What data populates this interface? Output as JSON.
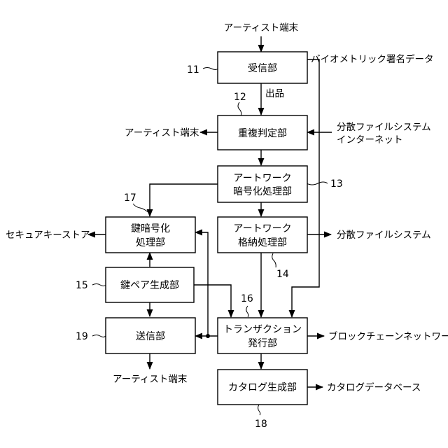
{
  "blocks": {
    "receive": {
      "num": "11",
      "lines": [
        "受信部"
      ]
    },
    "duplicate_check": {
      "num": "12",
      "lines": [
        "重複判定部"
      ]
    },
    "artwork_encrypt": {
      "num": "13",
      "lines": [
        "アートワーク",
        "暗号化処理部"
      ]
    },
    "artwork_store": {
      "num": "14",
      "lines": [
        "アートワーク",
        "格納処理部"
      ]
    },
    "keypair_gen": {
      "num": "15",
      "lines": [
        "鍵ペア生成部"
      ]
    },
    "tx_issue": {
      "num": "16",
      "lines": [
        "トランザクション",
        "発行部"
      ]
    },
    "key_encrypt": {
      "num": "17",
      "lines": [
        "鍵暗号化",
        "処理部"
      ]
    },
    "catalog_gen": {
      "num": "18",
      "lines": [
        "カタログ生成部"
      ]
    },
    "send": {
      "num": "19",
      "lines": [
        "送信部"
      ]
    }
  },
  "externals": {
    "artist_terminal_top": "アーティスト端末",
    "artist_terminal_left": "アーティスト端末",
    "artist_terminal_bottom": "アーティスト端末",
    "biometric_data": "バイオメトリック署名データ",
    "dfs_internet_line1": "分散ファイルシステム",
    "dfs_internet_line2": "インターネット",
    "secure_keystore": "セキュアキーストア",
    "dfs_out": "分散ファイルシステム",
    "blockchain_network": "ブロックチェーンネットワーク",
    "catalog_database": "カタログデータベース"
  },
  "flow_labels": {
    "listing": "出品"
  }
}
